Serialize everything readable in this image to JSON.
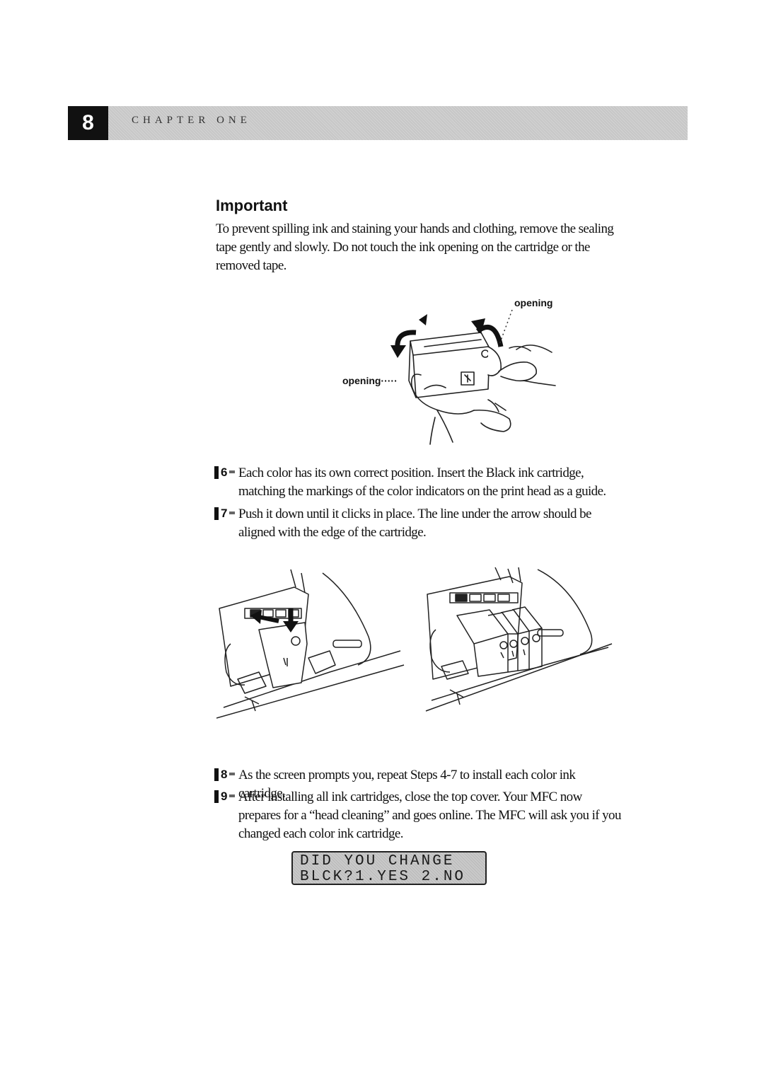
{
  "header": {
    "page_number": "8",
    "chapter": "CHAPTER ONE"
  },
  "important": {
    "heading": "Important",
    "text": "To prevent spilling ink and staining your hands and clothing, remove the sealing tape gently and slowly. Do not touch the ink opening on the cartridge or the removed tape."
  },
  "figure1": {
    "label_top": "opening",
    "label_left": "opening·····"
  },
  "steps_a": [
    {
      "num": "6",
      "text": "Each color has its own correct position. Insert the Black ink cartridge, matching the markings of the color indicators on the print head as a guide."
    },
    {
      "num": "7",
      "text": "Push it down until it clicks in place. The line under the arrow should be aligned with the edge of the cartridge."
    }
  ],
  "steps_b": [
    {
      "num": "8",
      "text": "As the screen prompts you, repeat Steps 4-7 to install each color ink cartridge."
    },
    {
      "num": "9",
      "text": "After installing all ink cartridges, close the top cover. Your MFC now prepares for a “head cleaning” and goes online. The MFC will ask you if you changed each color ink cartridge."
    }
  ],
  "lcd": {
    "line1": "DID YOU CHANGE",
    "line2": "BLCK?1.YES 2.NO"
  }
}
